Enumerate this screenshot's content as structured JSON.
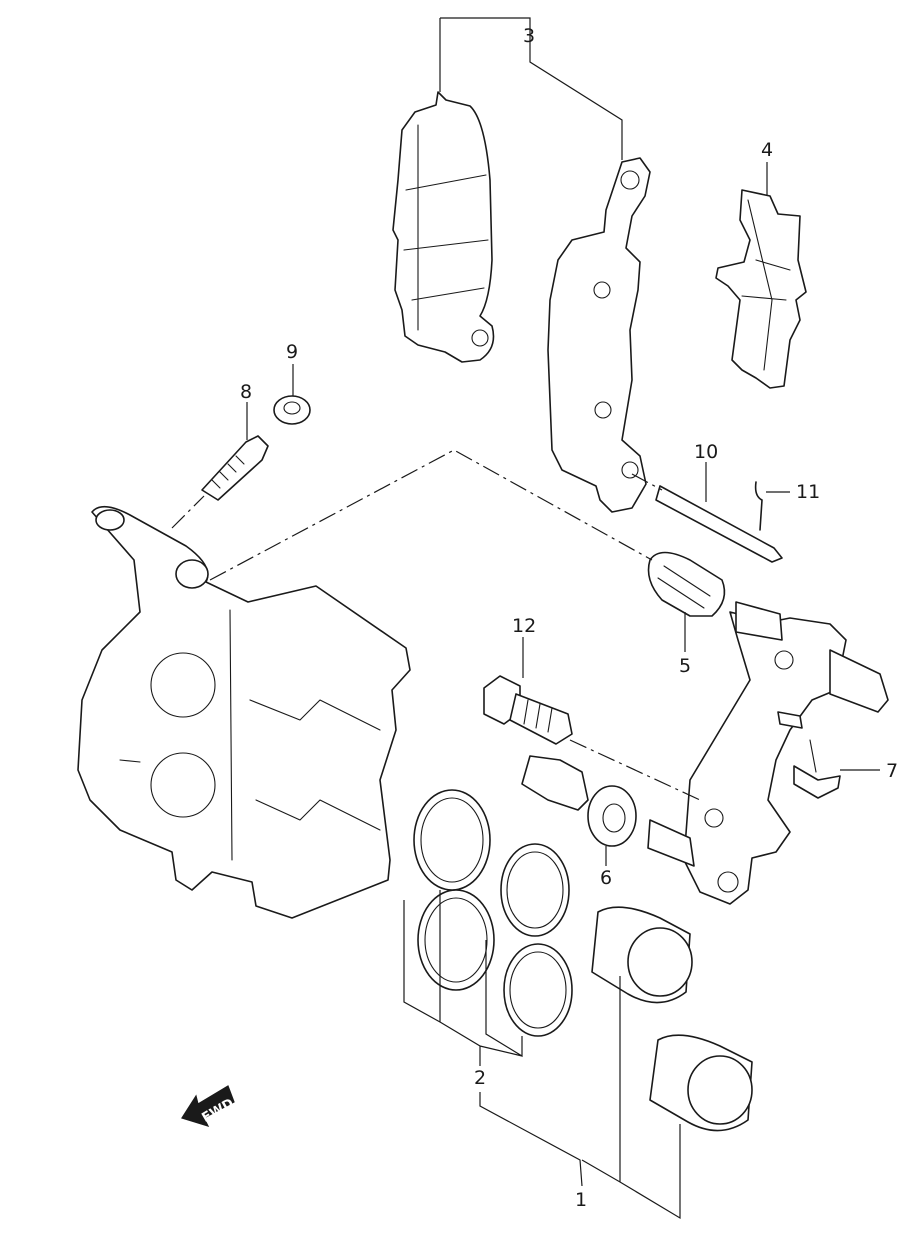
{
  "diagram": {
    "callouts": {
      "c1": "1",
      "c2": "2",
      "c3": "3",
      "c4": "4",
      "c5": "5",
      "c6": "6",
      "c7": "7",
      "c8": "8",
      "c9": "9",
      "c10": "10",
      "c11": "11",
      "c12": "12"
    },
    "direction_arrow": {
      "label": "FWD"
    }
  }
}
